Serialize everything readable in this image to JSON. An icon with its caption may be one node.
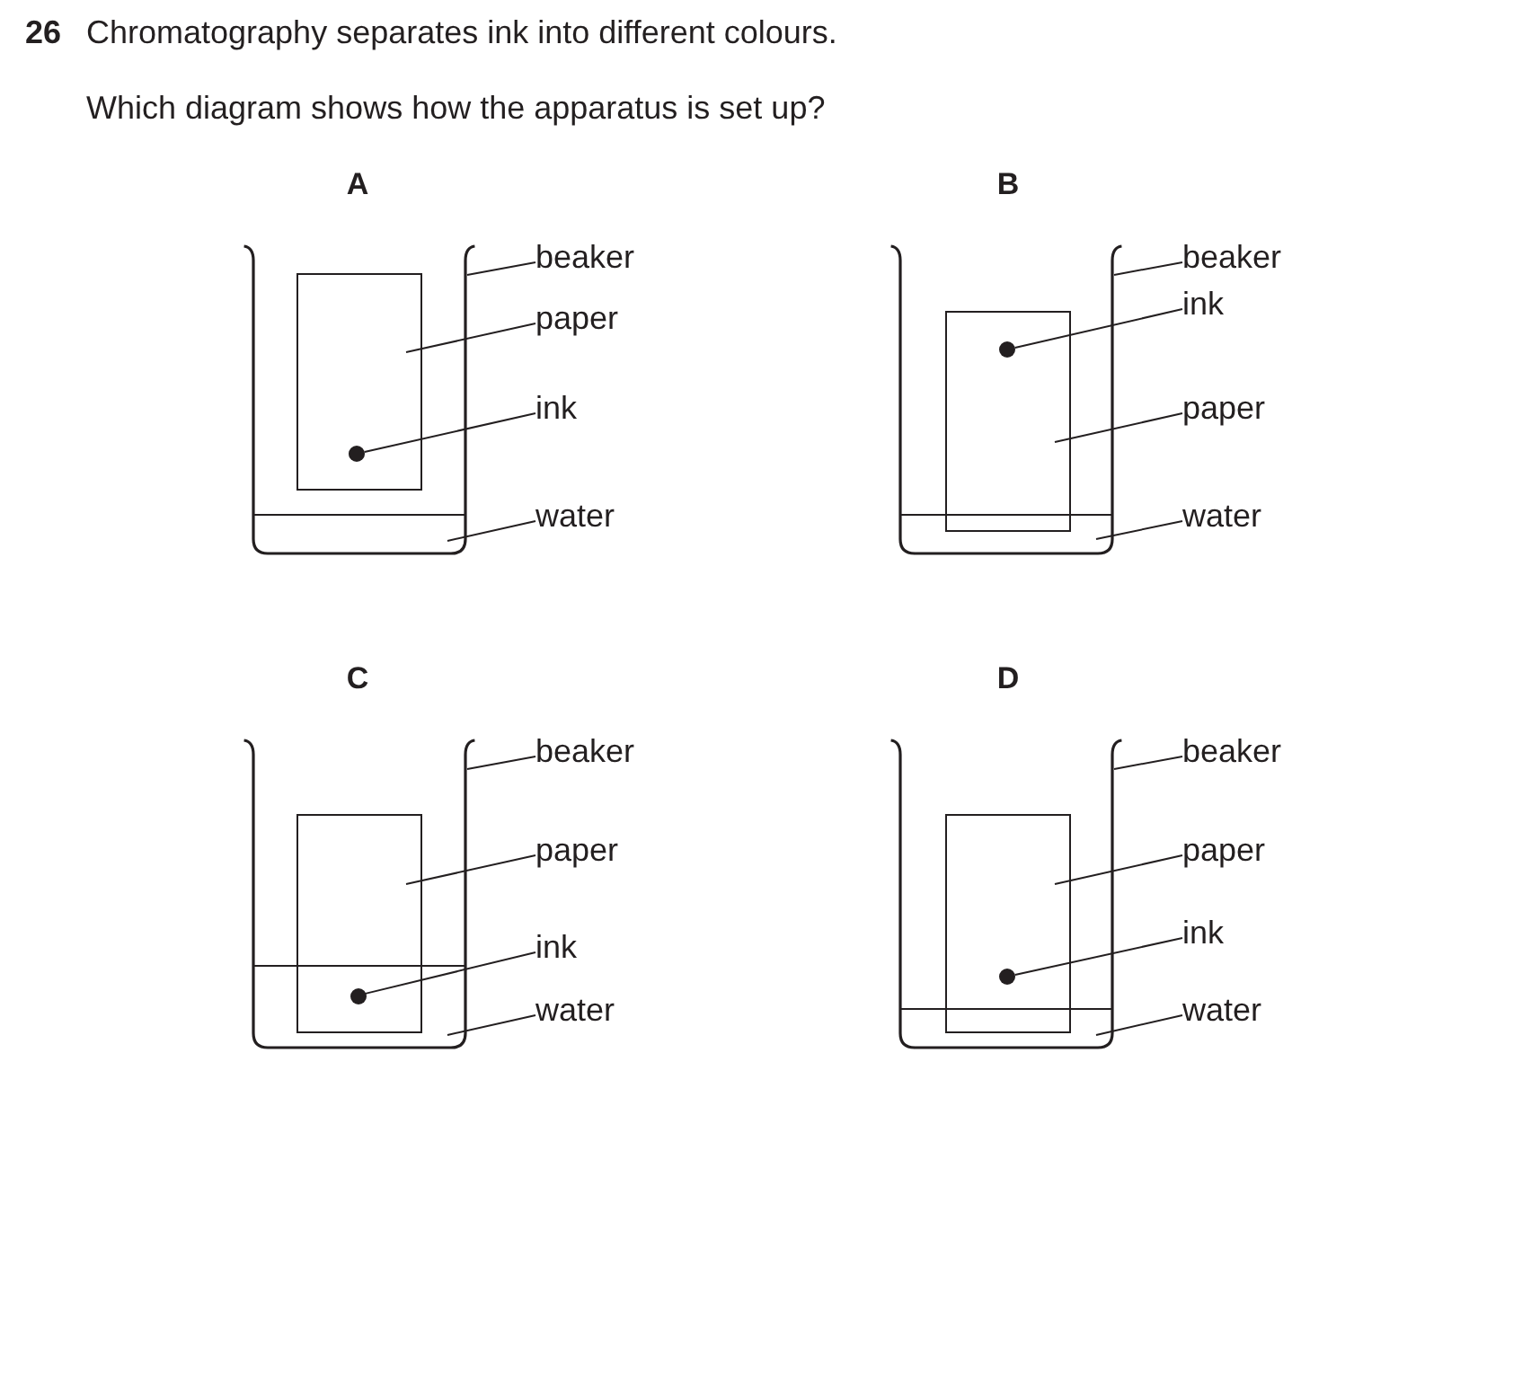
{
  "diagram": {
    "title": "Chromatography separates ink into different colours.",
    "nodes": [
      {
        "text": [],
        "shape": "picture"
      },
      {
        "text": [],
        "shape": "box",
        "in": 0
      },
      {
        "text": [],
        "shape": "circle",
        "in": 1
      },
      {
        "text": [],
        "shape": "box",
        "in": 0
      },
      {
        "text": [
          "beaker"
        ]
      },
      {
        "text": [
          "paper"
        ]
      },
      {
        "text": [
          "ink"
        ]
      },
      {
        "text": [
          "water"
        ]
      },
      {
        "text": [],
        "shape": "picture"
      },
      {
        "text": [],
        "shape": "box",
        "in": 8
      },
      {
        "text": [],
        "shape": "circle",
        "in": 9
      },
      {
        "text": [],
        "shape": "box",
        "in": 8
      },
      {
        "text": [
          "beaker"
        ]
      },
      {
        "text": [
          "ink"
        ]
      },
      {
        "text": [
          "paper"
        ]
      },
      {
        "text": [
          "water"
        ]
      },
      {
        "text": [],
        "shape": "picture"
      },
      {
        "text": [],
        "shape": "box",
        "in": 16
      },
      {
        "text": [],
        "shape": "circle"
      },
      {
        "text": [],
        "shape": "box",
        "in": 16
      },
      {
        "text": [
          "beaker"
        ]
      },
      {
        "text": [
          "paper"
        ]
      },
      {
        "text": [
          "ink"
        ]
      },
      {
        "text": [
          "water"
        ]
      },
      {
        "text": [],
        "shape": "picture"
      },
      {
        "text": [],
        "shape": "box",
        "in": 24
      },
      {
        "text": [],
        "shape": "circle",
        "in": 25
      },
      {
        "text": [],
        "shape": "box",
        "in": 24
      },
      {
        "text": [
          "beaker"
        ]
      },
      {
        "text": [
          "paper"
        ]
      },
      {
        "text": [
          "ink"
        ]
      },
      {
        "text": [
          "water"
        ]
      }
    ],
    "edges": [
      {
        "from": 4,
        "to": 0,
        "arrow": "none"
      },
      {
        "from": 5,
        "to": 1,
        "arrow": "none"
      },
      {
        "from": 6,
        "to": 2,
        "arrow": "none"
      },
      {
        "from": 7,
        "to": 3,
        "arrow": "none"
      },
      {
        "from": 12,
        "to": 8,
        "arrow": "none"
      },
      {
        "from": 13,
        "to": 10,
        "arrow": "none"
      },
      {
        "from": 14,
        "to": 9,
        "arrow": "none"
      },
      {
        "from": 15,
        "to": 11,
        "arrow": "none"
      },
      {
        "from": 20,
        "to": 16,
        "arrow": "none"
      },
      {
        "from": 21,
        "to": 17,
        "arrow": "none"
      },
      {
        "from": 22,
        "to": 18,
        "arrow": "none"
      },
      {
        "from": 23,
        "to": 19,
        "arrow": "none"
      },
      {
        "from": 28,
        "to": 24,
        "arrow": "none"
      },
      {
        "from": 29,
        "to": 25,
        "arrow": "none"
      },
      {
        "from": 30,
        "to": 26,
        "arrow": "none"
      },
      {
        "from": 31,
        "to": 27,
        "arrow": "none"
      }
    ],
    "labels": [
      "26",
      "Which diagram shows how the apparatus is set up?",
      "A",
      "B",
      "C",
      "D"
    ]
  }
}
